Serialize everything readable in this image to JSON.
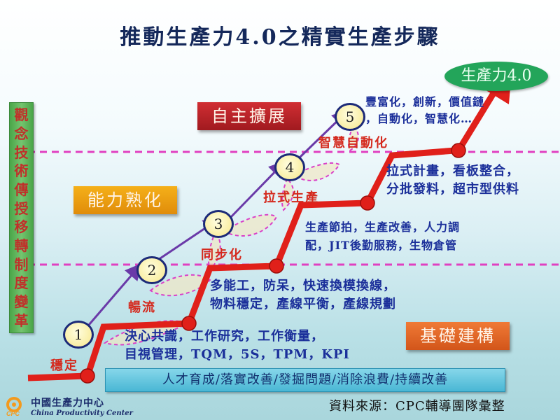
{
  "title": "推動生產力4.0之精實生產步驟",
  "goal_label": "生產力4.0",
  "left_bar_text": [
    "觀",
    "念",
    "技",
    "術",
    "傳",
    "授",
    "移",
    "轉",
    "制",
    "度",
    "變",
    "革"
  ],
  "stages": {
    "top": "自主擴展",
    "middle": "能力熟化",
    "bottom": "基礎建構"
  },
  "steps": [
    {
      "number": "1",
      "label": "穩定",
      "description": [
        "決心共識，工作研究，工作衡量，",
        "目視管理，TQM，5S，TPM，KPI"
      ]
    },
    {
      "number": "2",
      "label": "暢流",
      "description": [
        "多能工，防呆，快速換模換線，",
        "物料穩定，產線平衡，產線規劃"
      ]
    },
    {
      "number": "3",
      "label": "同步化",
      "description": [
        "生產節拍，生產改善，人力調",
        "配，JIT後勤服務，生物倉管"
      ]
    },
    {
      "number": "4",
      "label": "拉式生產",
      "description": [
        "拉式計畫，看板整合，",
        "分批發料，超市型供料"
      ]
    },
    {
      "number": "5",
      "label": "智慧自動化",
      "description": [
        "豐富化，創新，價值鏈",
        "，自動化，智慧化…"
      ]
    }
  ],
  "foundation_bar": "人才育成/落實改善/發掘問題/消除浪費/持續改善",
  "source": "資料來源：CPC輔導團隊彙整",
  "logo": {
    "chinese": "中國生產力中心",
    "english": "China Productivity Center",
    "mark": "CPC"
  },
  "colors": {
    "staircase": "#e0201a",
    "purple_arrow": "#6a3aa8",
    "dashed_line": "#e040c0",
    "description_text": "#1b2f9a",
    "label_text": "#d42a1e",
    "goal": "#23a55a"
  }
}
